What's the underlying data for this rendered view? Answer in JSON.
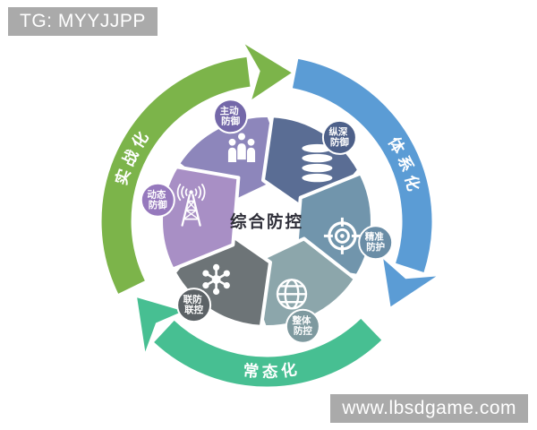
{
  "watermark_top": {
    "text": "TG: MYYJJPP",
    "bg_color": "#aaaaaa",
    "text_color": "#ffffff"
  },
  "watermark_bottom": {
    "text": "www.lbsdgame.com",
    "bg_color": "#aaaaaa",
    "text_color": "#ffffff"
  },
  "diagram": {
    "center_label": "综合防控",
    "center_label_color": "#2e2e38",
    "ring": [
      {
        "id": "combat-oriented",
        "label": "实战化",
        "color": "#7cb44a"
      },
      {
        "id": "systematized",
        "label": "体系化",
        "color": "#5b9cd5"
      },
      {
        "id": "normalized",
        "label": "常态化",
        "color": "#47bf92"
      }
    ],
    "segments": [
      {
        "id": "active-defense",
        "label_line1": "主动",
        "label_line2": "防御",
        "blade_color": "#8d86bb",
        "badge_color": "#7468a9",
        "icon": "people"
      },
      {
        "id": "defense-in-depth",
        "label_line1": "纵深",
        "label_line2": "防御",
        "blade_color": "#5a6d94",
        "badge_color": "#4d6089",
        "icon": "database"
      },
      {
        "id": "precise-protection",
        "label_line1": "精准",
        "label_line2": "防护",
        "blade_color": "#7195ac",
        "badge_color": "#6a8da6",
        "icon": "target"
      },
      {
        "id": "overall-prevention",
        "label_line1": "整体",
        "label_line2": "防控",
        "blade_color": "#8ca6ab",
        "badge_color": "#7e999f",
        "icon": "globe"
      },
      {
        "id": "joint-prevention-control",
        "label_line1": "联防",
        "label_line2": "联控",
        "blade_color": "#6d7477",
        "badge_color": "#5c6266",
        "icon": "network"
      },
      {
        "id": "dynamic-defense",
        "label_line1": "动态",
        "label_line2": "防御",
        "blade_color": "#a88fc5",
        "badge_color": "#9679bd",
        "icon": "radio-tower"
      }
    ]
  }
}
